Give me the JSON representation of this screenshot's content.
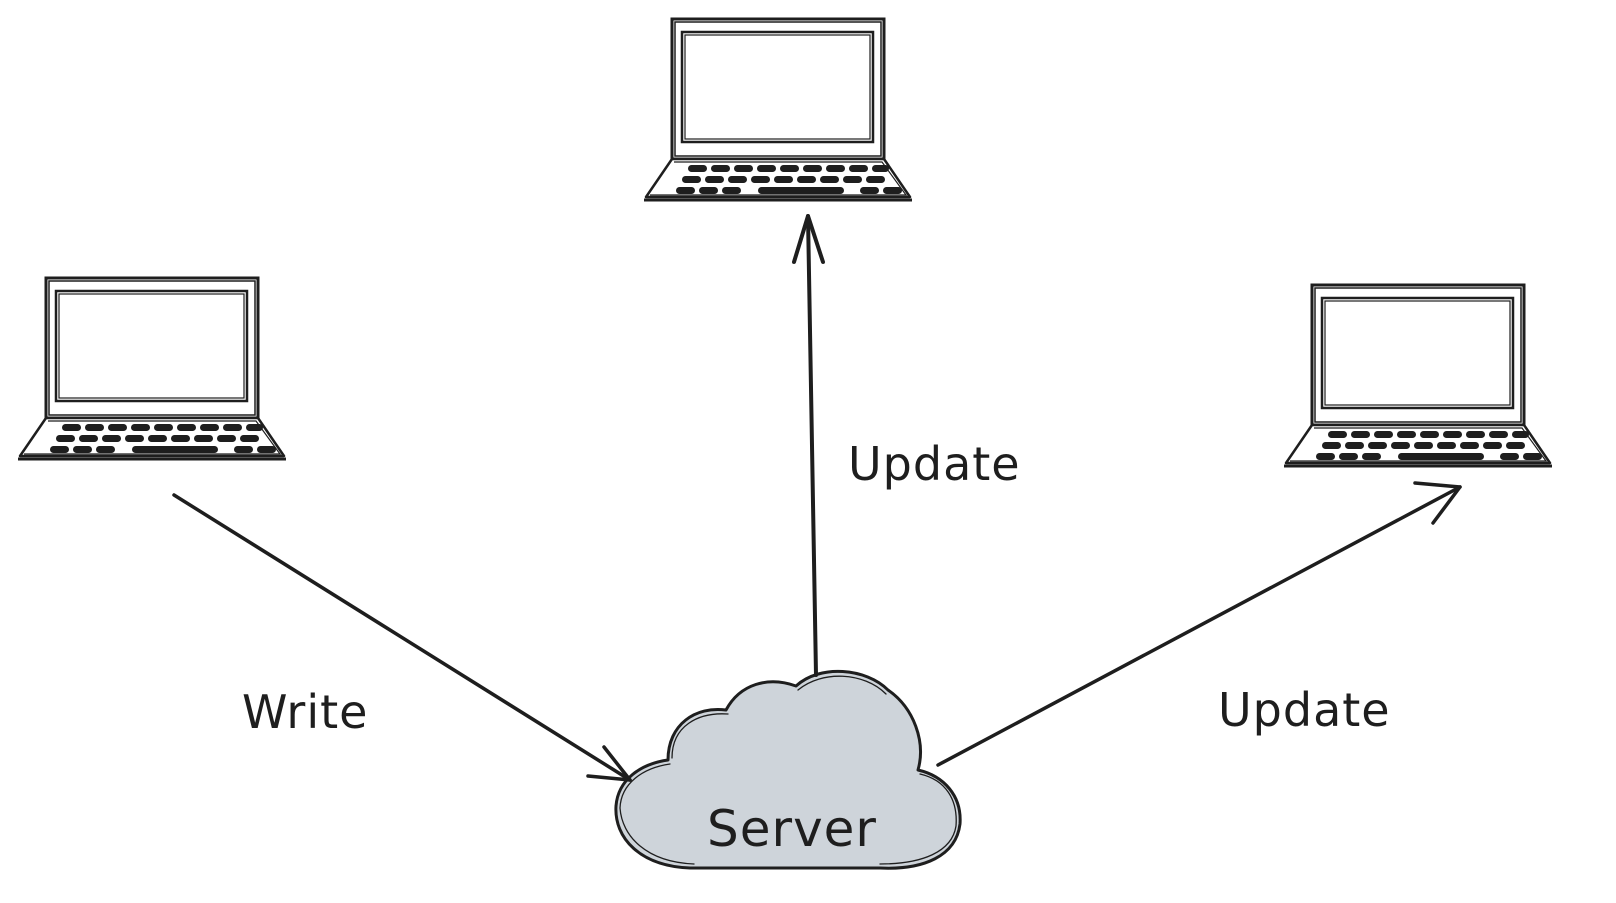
{
  "nodes": {
    "server": {
      "label": "Server",
      "fill": "#ced4da"
    },
    "laptop_left": {
      "icon": "laptop-icon"
    },
    "laptop_top": {
      "icon": "laptop-icon"
    },
    "laptop_right": {
      "icon": "laptop-icon"
    }
  },
  "edges": {
    "write": {
      "label": "Write"
    },
    "update_top": {
      "label": "Update"
    },
    "update_right": {
      "label": "Update"
    }
  },
  "colors": {
    "ink": "#1e1e1e",
    "cloud_fill": "#ced4da",
    "background": "#ffffff"
  }
}
